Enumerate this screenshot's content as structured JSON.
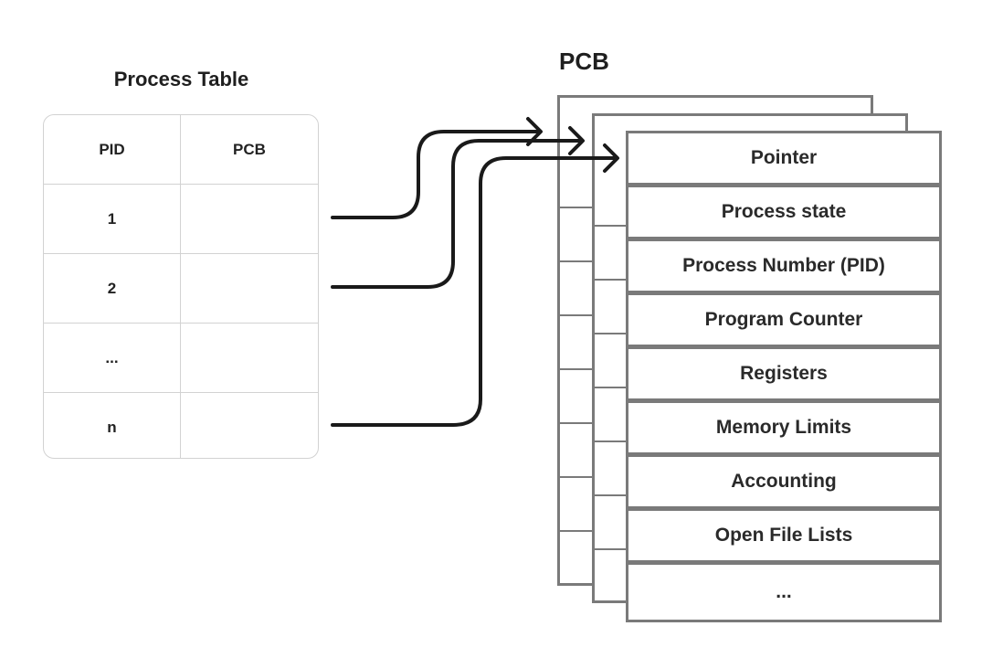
{
  "process_table": {
    "title": "Process Table",
    "headers": {
      "pid": "PID",
      "pcb": "PCB"
    },
    "rows": [
      {
        "pid": "1",
        "pcb": ""
      },
      {
        "pid": "2",
        "pcb": ""
      },
      {
        "pid": "...",
        "pcb": ""
      },
      {
        "pid": "n",
        "pcb": ""
      }
    ]
  },
  "pcb": {
    "title": "PCB",
    "fields": [
      "Pointer",
      "Process state",
      "Process Number (PID)",
      "Program Counter",
      "Registers",
      "Memory Limits",
      "Accounting",
      "Open File Lists",
      "..."
    ]
  },
  "colors": {
    "border": "#7a7a7a",
    "table_border": "#d2d2d2",
    "arrow": "#1a1a1a",
    "text": "#1f1f1f"
  }
}
